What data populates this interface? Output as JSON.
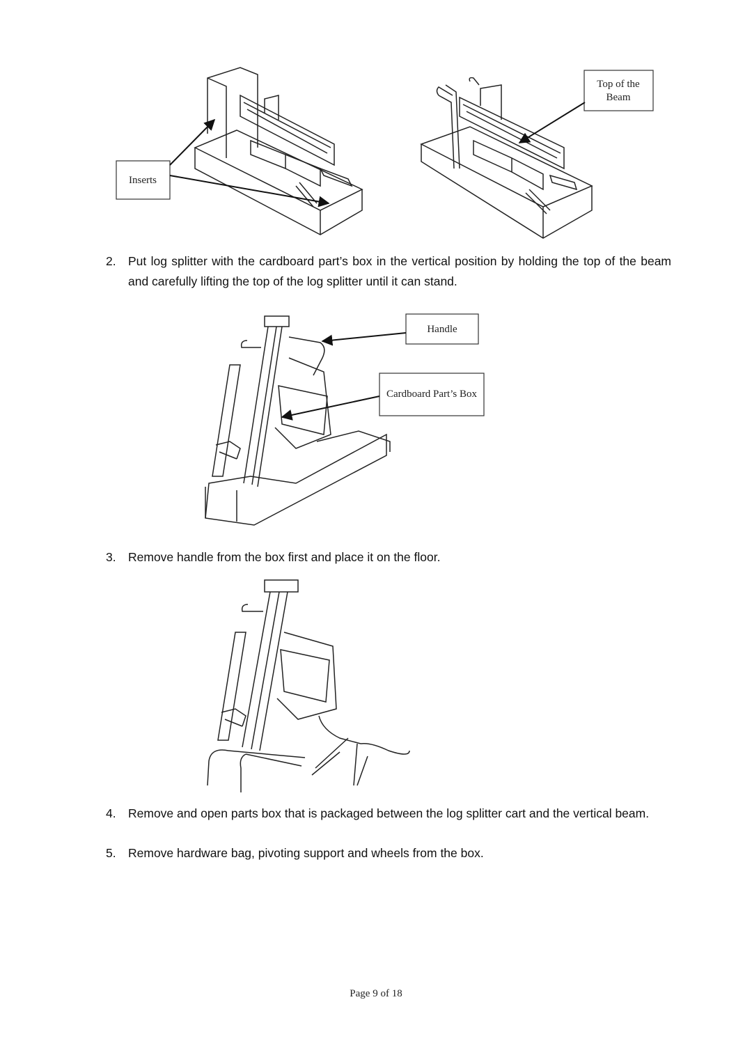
{
  "figure1": {
    "callouts": {
      "inserts": "Inserts",
      "top_line1": "Top of the",
      "top_line2": "Beam"
    }
  },
  "steps": [
    {
      "num": "2.",
      "text": "Put log splitter with the cardboard part’s box in the vertical position by holding the top of the beam and carefully lifting the top of the log splitter until it can stand."
    },
    {
      "num": "3.",
      "text": "Remove handle from the box first and place it on the floor."
    },
    {
      "num": "4.",
      "text": "Remove and open parts box that is packaged between the log splitter cart and the vertical beam."
    },
    {
      "num": "5.",
      "text": "Remove hardware bag, pivoting support and wheels from the box."
    }
  ],
  "figure2": {
    "callouts": {
      "handle": "Handle",
      "cardboard_box": "Cardboard Part’s Box"
    }
  },
  "footer": {
    "page": "Page 9 of 18"
  }
}
